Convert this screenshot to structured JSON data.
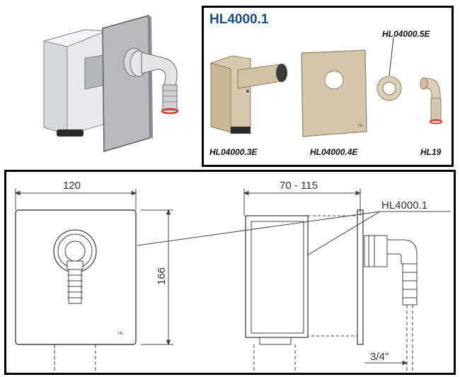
{
  "kit": {
    "title": "HL4000.1"
  },
  "parts": [
    {
      "code": "HL04000.3E"
    },
    {
      "code": "HL04000.4E"
    },
    {
      "code": "HL04000.5E"
    },
    {
      "code": "HL19"
    }
  ],
  "brand": "HL",
  "drawing": {
    "front_width": "120",
    "front_height": "166",
    "side_depth": "70 - 115",
    "thread_size": "3/4\"",
    "callout": "HL4000.1"
  },
  "colors": {
    "title": "#1b4f8a",
    "plate_metal": "#bfbfc4",
    "parts_beige": "#d8c9ae",
    "highlight_ring": "#d23a2a"
  }
}
